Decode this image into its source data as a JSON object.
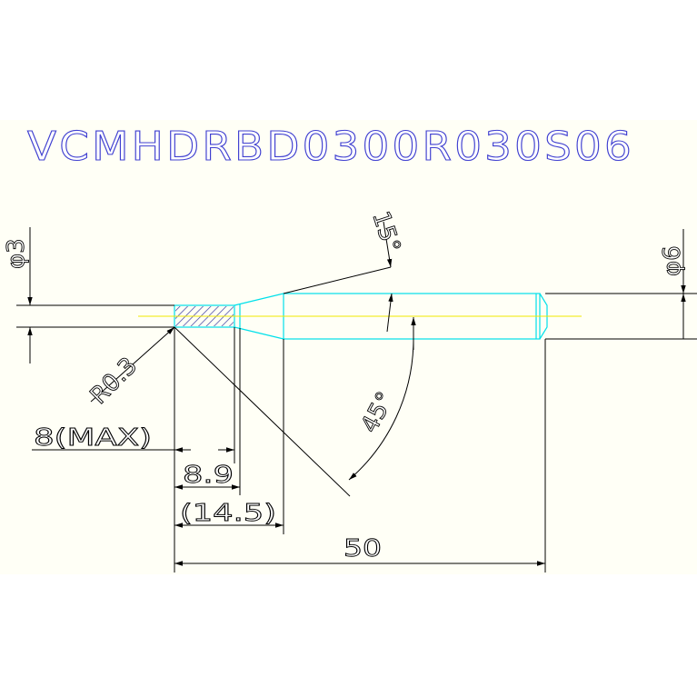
{
  "colors": {
    "paper": "#fffff6",
    "outline": "#00e0ea",
    "centerline": "#f0e800",
    "dimension": "#000000",
    "title": "#4040d0",
    "hatch": "#3a3aa0"
  },
  "title": "VCMHDRBD0300R030S06",
  "dimensions": {
    "shank_dia": "φ6",
    "tip_dia": "φ3",
    "tip_radius": "R0.3",
    "flute_length_max": "8(MAX)",
    "flute_length": "8.9",
    "neck_length": "(14.5)",
    "overall_length": "50",
    "taper_angle": "15°",
    "chamfer_angle": "45°"
  }
}
